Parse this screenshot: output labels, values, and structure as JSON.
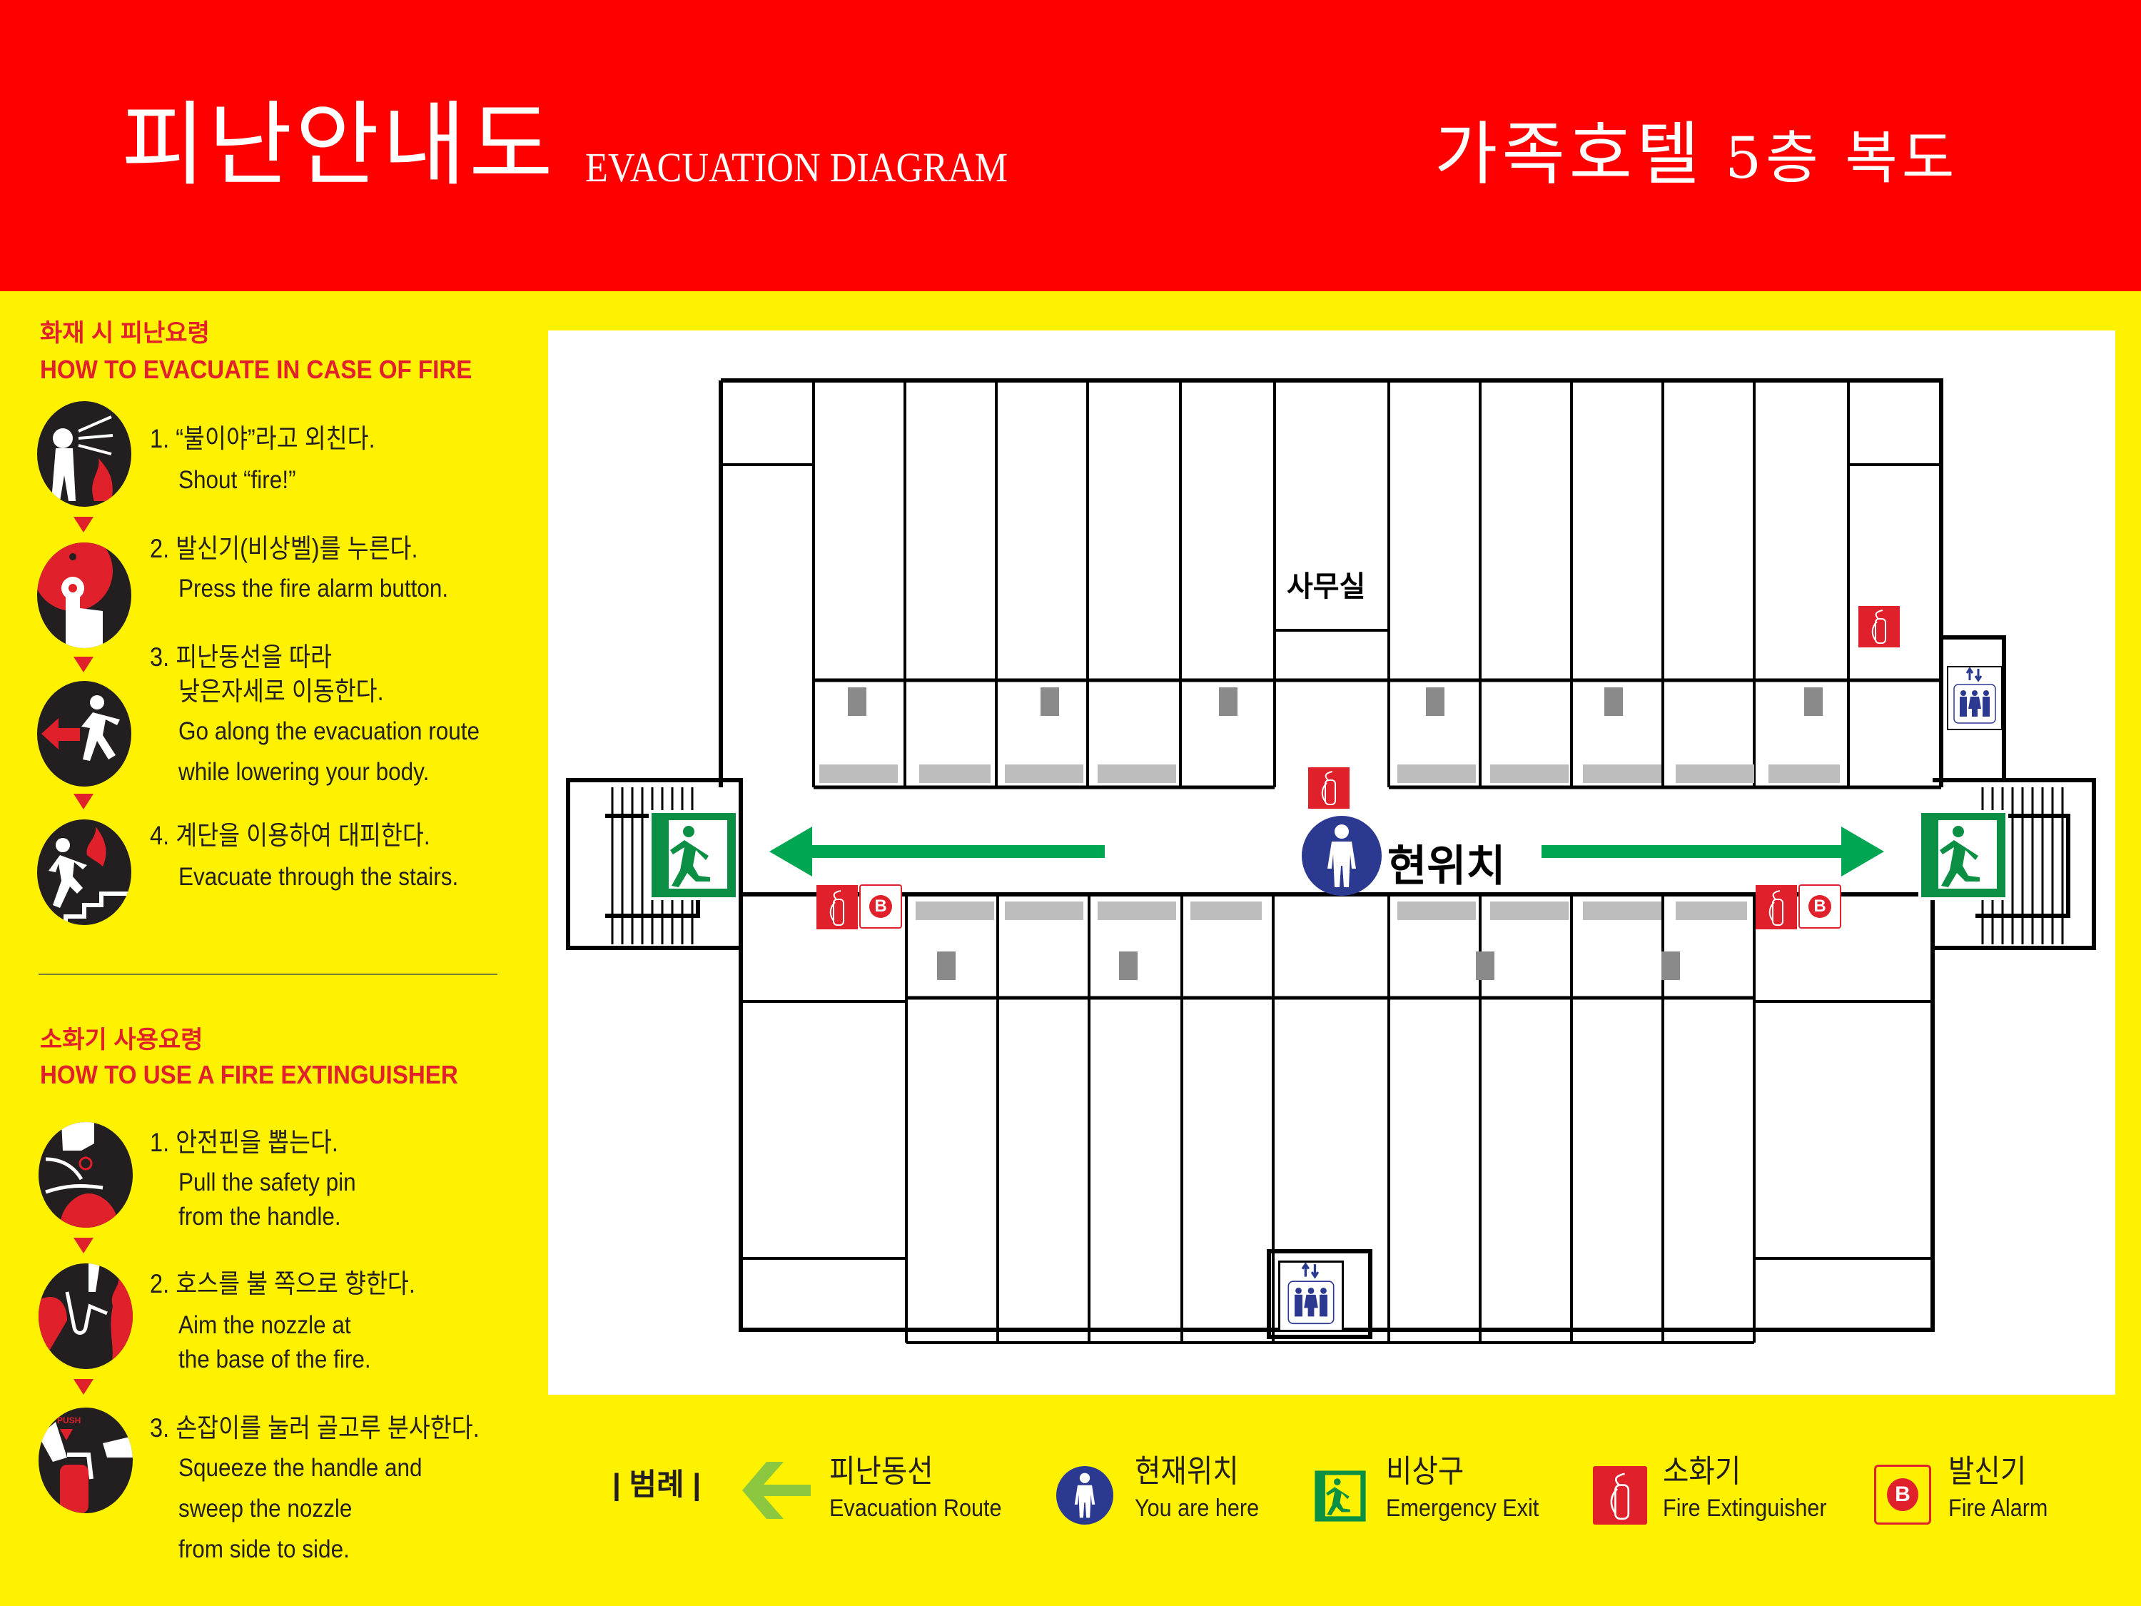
{
  "header": {
    "title_ko": "피난안내도",
    "title_en": "EVACUATION DIAGRAM",
    "location_name": "가족호텔",
    "location_floor": "5층 복도"
  },
  "evacuate": {
    "heading_ko": "화재 시 피난요령",
    "heading_en": "HOW TO EVACUATE IN CASE OF FIRE",
    "steps": [
      {
        "ko": "1. “불이야”라고 외친다.",
        "en": [
          "Shout “fire!”"
        ],
        "icon": "shouting-person-icon"
      },
      {
        "ko": "2. 발신기(비상벨)를 누른다.",
        "en": [
          "Press the fire alarm button."
        ],
        "icon": "alarm-button-press-icon"
      },
      {
        "ko": [
          "3. 피난동선을 따라",
          "낮은자세로 이동한다."
        ],
        "en": [
          "Go along the evacuation route",
          "while lowering your body."
        ],
        "icon": "running-exit-icon"
      },
      {
        "ko": "4. 계단을 이용하여 대피한다.",
        "en": [
          "Evacuate through the stairs."
        ],
        "icon": "stairs-escape-icon"
      }
    ]
  },
  "extinguisher": {
    "heading_ko": "소화기 사용요령",
    "heading_en": "HOW TO USE A FIRE EXTINGUISHER",
    "steps": [
      {
        "ko": "1. 안전핀을 뽑는다.",
        "en": [
          "Pull the safety pin",
          "from the handle."
        ],
        "icon": "pull-pin-icon"
      },
      {
        "ko": "2. 호스를 불 쪽으로 향한다.",
        "en": [
          "Aim the nozzle at",
          "the base of the fire."
        ],
        "icon": "aim-nozzle-icon"
      },
      {
        "ko": "3. 손잡이를 눌러 골고루 분사한다.",
        "en": [
          "Squeeze the handle and",
          "sweep the nozzle",
          "from side to side."
        ],
        "icon": "squeeze-handle-icon",
        "push_label": "PUSH"
      }
    ]
  },
  "map": {
    "office_label": "사무실",
    "you_are_here_label": "현위치",
    "colors": {
      "route": "#00a651",
      "exit": "#0a8f45",
      "you_here": "#2b3990",
      "extinguisher": "#e0202a",
      "alarm": "#e0202a"
    }
  },
  "legend": {
    "title": "| 범례 |",
    "items": [
      {
        "ko": "피난동선",
        "en": "Evacuation Route",
        "icon": "evacuation-route-arrow-icon"
      },
      {
        "ko": "현재위치",
        "en": "You are here",
        "icon": "you-are-here-icon"
      },
      {
        "ko": "비상구",
        "en": "Emergency Exit",
        "icon": "emergency-exit-icon"
      },
      {
        "ko": "소화기",
        "en": "Fire Extinguisher",
        "icon": "fire-extinguisher-icon"
      },
      {
        "ko": "발신기",
        "en": "Fire Alarm",
        "icon": "fire-alarm-icon",
        "alarm_letter": "B"
      }
    ]
  },
  "colors": {
    "header_bg": "#ff0000",
    "page_bg": "#fff200",
    "accent_red": "#e0202a",
    "text": "#231f20"
  }
}
